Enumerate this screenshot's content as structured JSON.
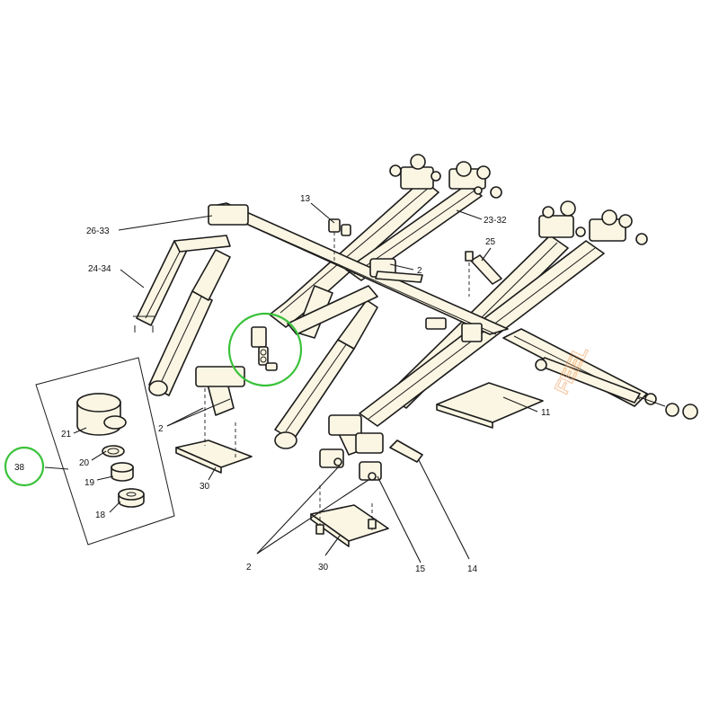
{
  "diagram": {
    "highlight_color": "#39c23a",
    "watermark_color": "#f0a060",
    "labels": {
      "l_13": "13",
      "l_26_33": "26-33",
      "l_23_32": "23-32",
      "l_25": "25",
      "l_2_top": "2",
      "l_24_34": "24-34",
      "l_11": "11",
      "l_21": "21",
      "l_2_mid": "2",
      "l_38": "38",
      "l_20": "20",
      "l_19": "19",
      "l_18": "18",
      "l_30_left": "30",
      "l_2_bottom": "2",
      "l_30_bottom": "30",
      "l_15": "15",
      "l_14": "14"
    },
    "watermark": "FEEL"
  }
}
